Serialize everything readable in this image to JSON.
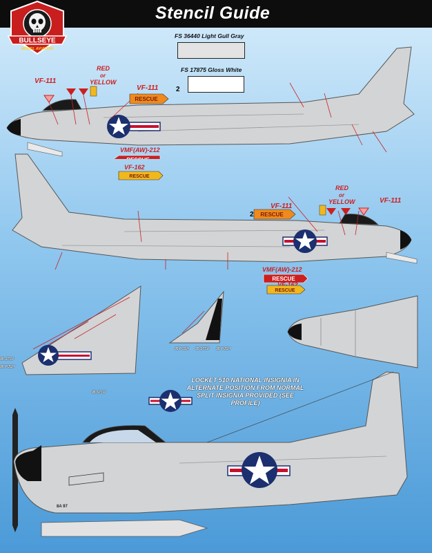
{
  "header": {
    "title": "Stencil Guide"
  },
  "logo": {
    "brand": "BULLSEYE",
    "tagline": "MODEL AVIATION"
  },
  "swatches": [
    {
      "label": "FS 36440 Light Gull Gray",
      "color": "#e3e3e3"
    },
    {
      "label": "FS 17875 Gloss White",
      "color": "#ffffff"
    }
  ],
  "callouts": {
    "vf111": "VF-111",
    "red_or_yellow": [
      "RED",
      "or",
      "YELLOW"
    ],
    "rescue": "RESCUE",
    "vmf": "VMF(AW)-212",
    "vf162": "VF-162",
    "footnote_mark": "2",
    "stencils": [
      "95 STCP",
      "95 PUSH",
      "95 STCP",
      "95 PUSH",
      "95 STCP",
      "95 PUSH"
    ],
    "tail_code": "8A 97"
  },
  "insignia_note": "LOCKET 510 NATIONAL INSIGNIA IN ALTERNATE POSITION FROM NORMAL SPLIT INSIGNIA PROVIDED (SEE PROFILE)",
  "colors": {
    "aircraft_gray": "#d2d4d6",
    "aircraft_dark": "#9ea2a6",
    "insignia_blue": "#1c2f6e",
    "insignia_red": "#c8102e",
    "callout_red": "#cc1f1f",
    "rescue_orange": "#f08a1c",
    "vf162_yellow": "#f1b81d"
  }
}
